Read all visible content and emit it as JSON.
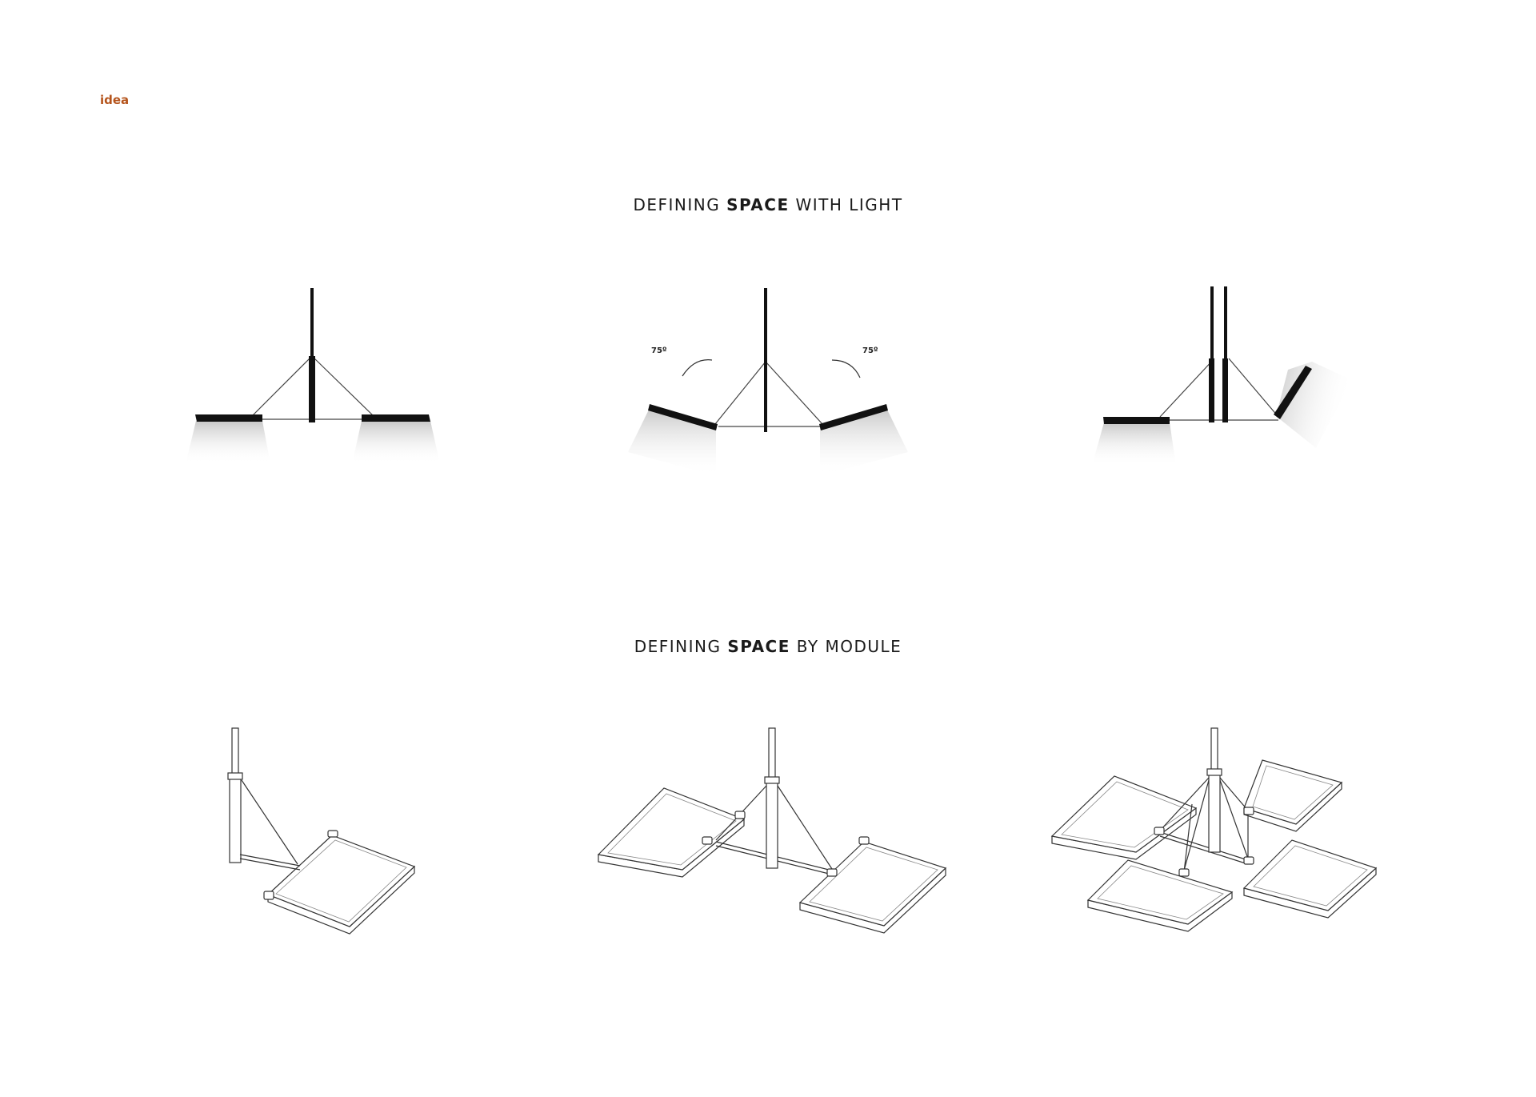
{
  "page": {
    "tag": "idea",
    "accent_color": "#b5541c"
  },
  "section_light": {
    "title_pre": "DEFINING ",
    "title_bold": "SPACE",
    "title_post": " WITH LIGHT",
    "angle_left": "75º",
    "angle_right": "75º"
  },
  "section_module": {
    "title_pre": "DEFINING ",
    "title_bold": "SPACE",
    "title_post": " BY MODULE"
  }
}
